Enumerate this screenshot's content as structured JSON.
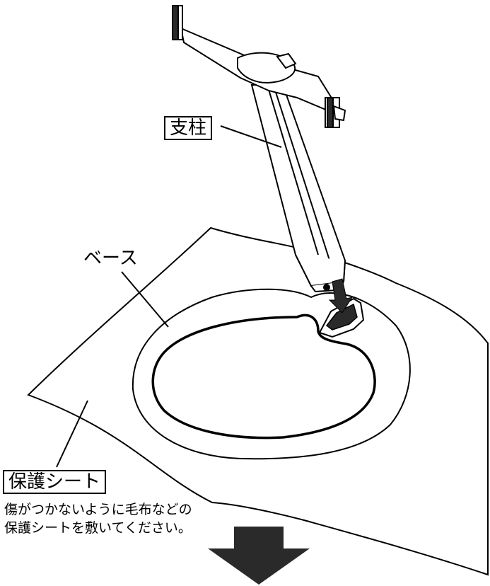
{
  "labels": {
    "pillar": "支柱",
    "base": "ベース",
    "sheet": "保護シート"
  },
  "caption": {
    "line1": "傷がつかないように毛布などの",
    "line2": "保護シートを敷いてください。"
  },
  "icons": {
    "insert_arrow": "down-arrow-icon",
    "next_step": "big-down-arrow-icon"
  },
  "colors": {
    "line": "#000000",
    "background": "#ffffff",
    "fill": "#2a2a2a"
  }
}
